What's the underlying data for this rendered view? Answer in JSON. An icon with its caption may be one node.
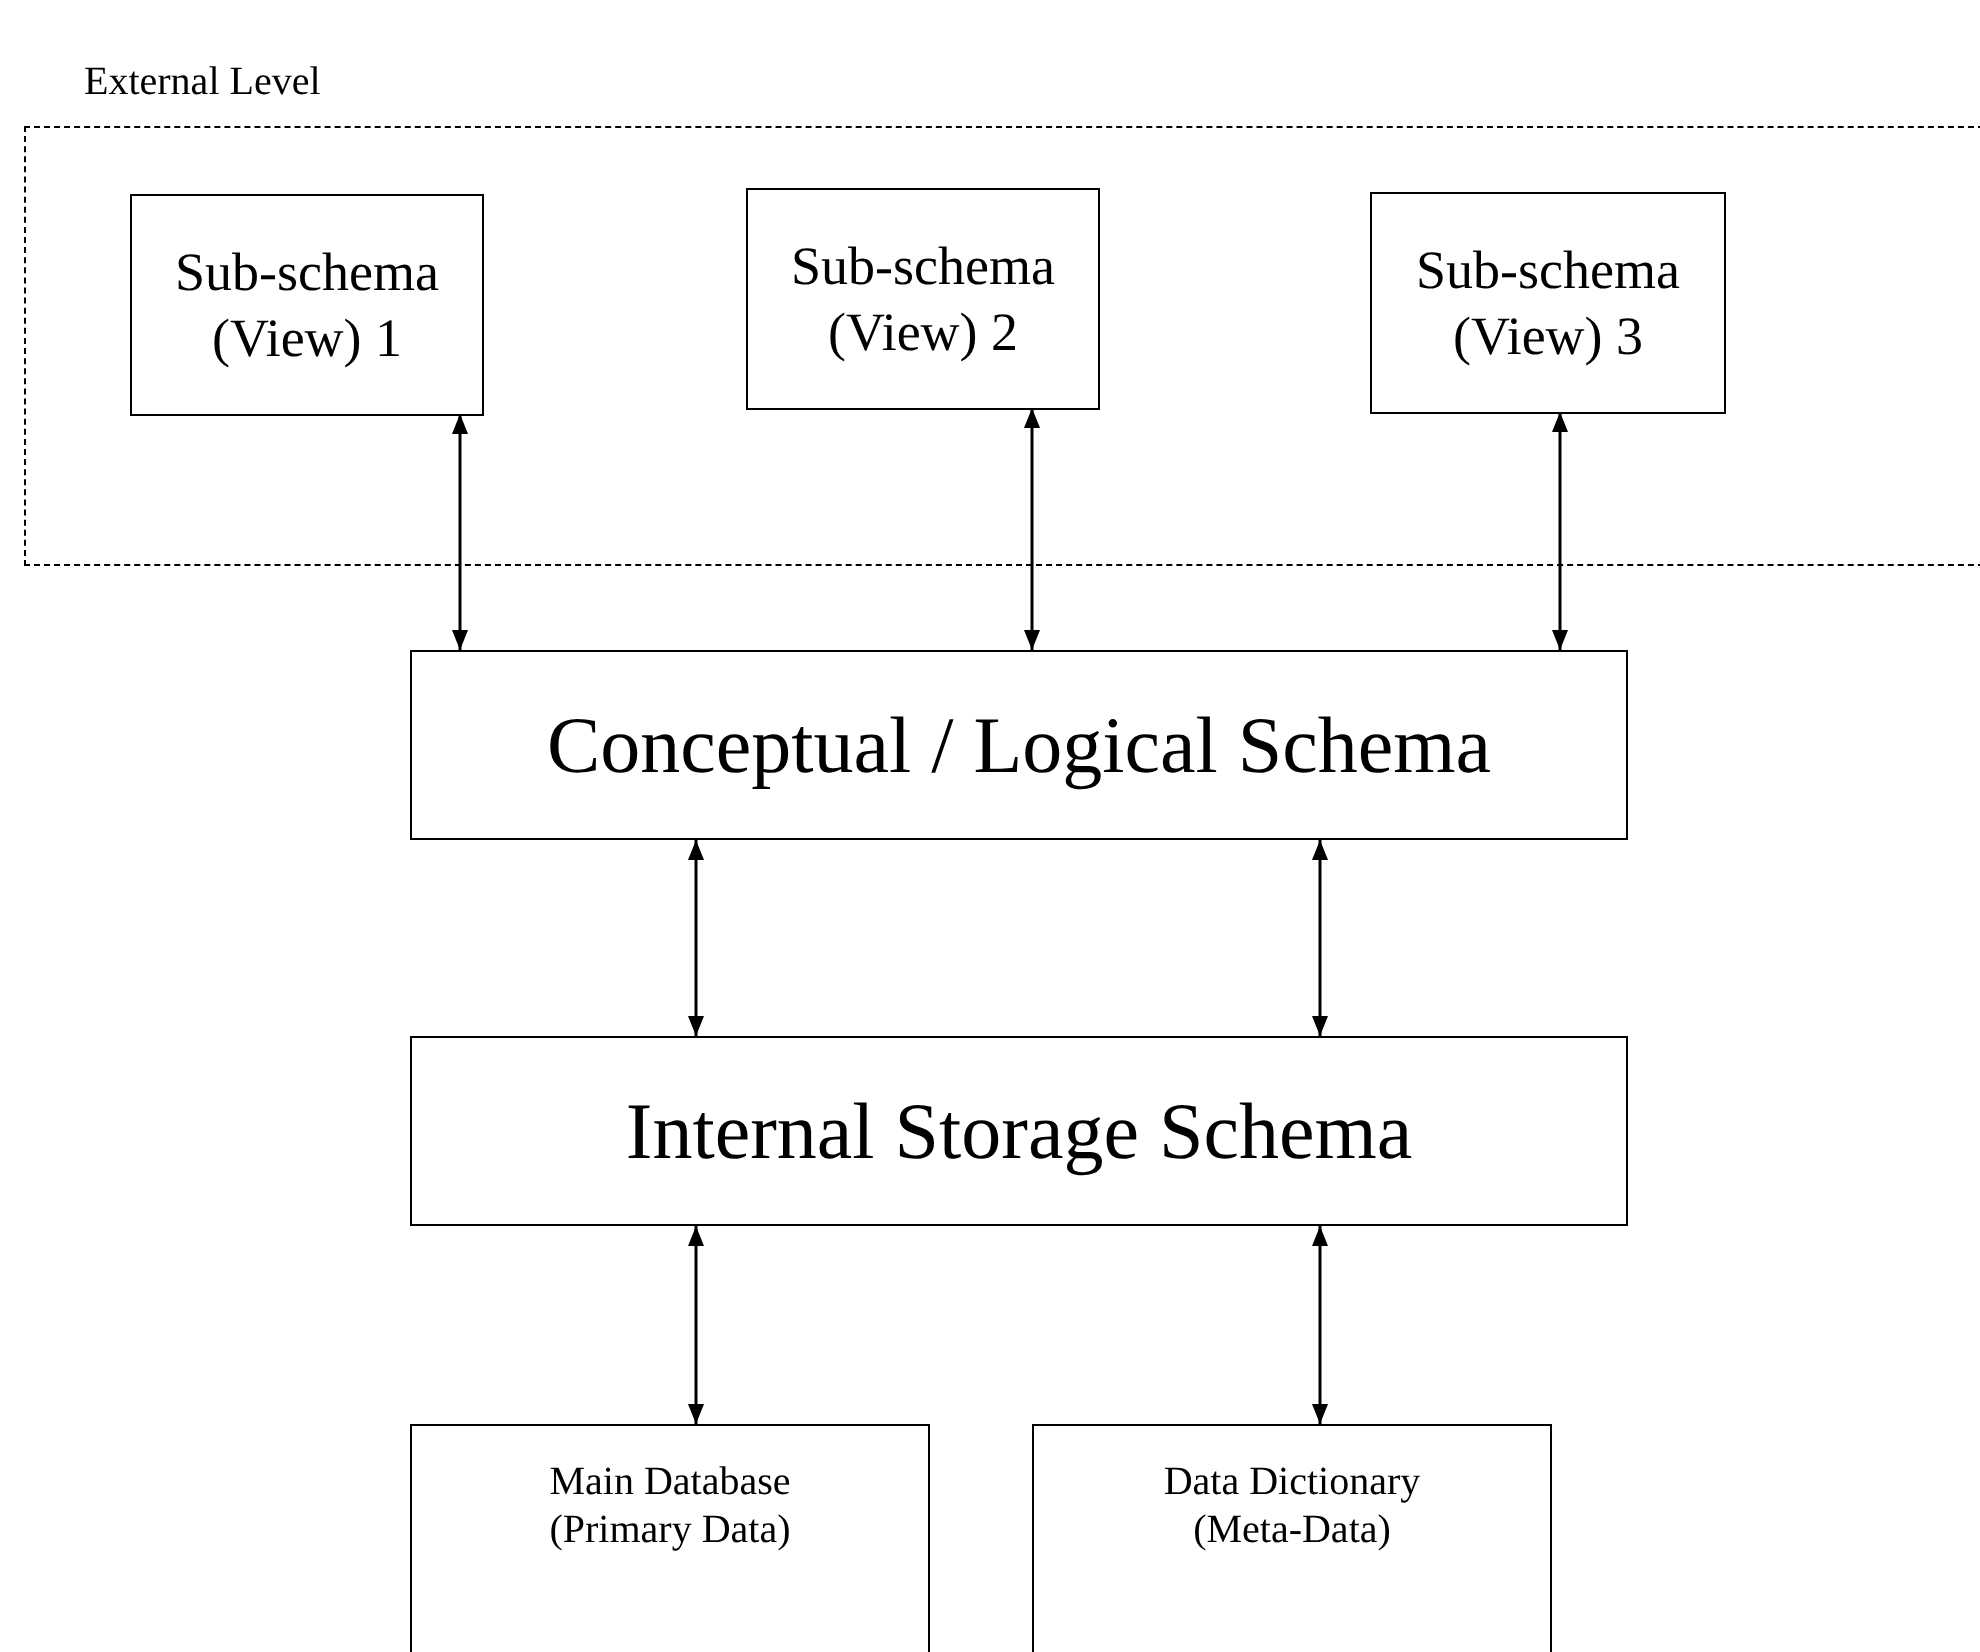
{
  "diagram": {
    "nodes": [
      {
        "text": [
          "External Level"
        ]
      },
      {
        "text": [
          "Sub-schema (View) 1"
        ],
        "in": 0
      },
      {
        "text": [
          "Sub-schema (View) 2"
        ],
        "in": 0
      },
      {
        "text": [
          "Sub-schema (View) 3"
        ],
        "in": 0
      },
      {
        "text": [
          "Conceptual / Logical Schema"
        ]
      },
      {
        "text": [
          "Internal Storage Schema"
        ]
      },
      {
        "text": [
          "Main Database (Primary Data)"
        ]
      },
      {
        "text": [
          "Data Dictionary (Meta-Data)"
        ]
      }
    ],
    "edges": [
      {
        "from": 1,
        "to": 4,
        "arrow": "both"
      },
      {
        "from": 2,
        "to": 4,
        "arrow": "both"
      },
      {
        "from": 3,
        "to": 4,
        "arrow": "both"
      },
      {
        "from": 4,
        "to": 5,
        "arrow": "both"
      },
      {
        "from": 4,
        "to": 5,
        "arrow": "both"
      },
      {
        "from": 5,
        "to": 6,
        "arrow": "both"
      },
      {
        "from": 5,
        "to": 7,
        "arrow": "both"
      }
    ]
  }
}
